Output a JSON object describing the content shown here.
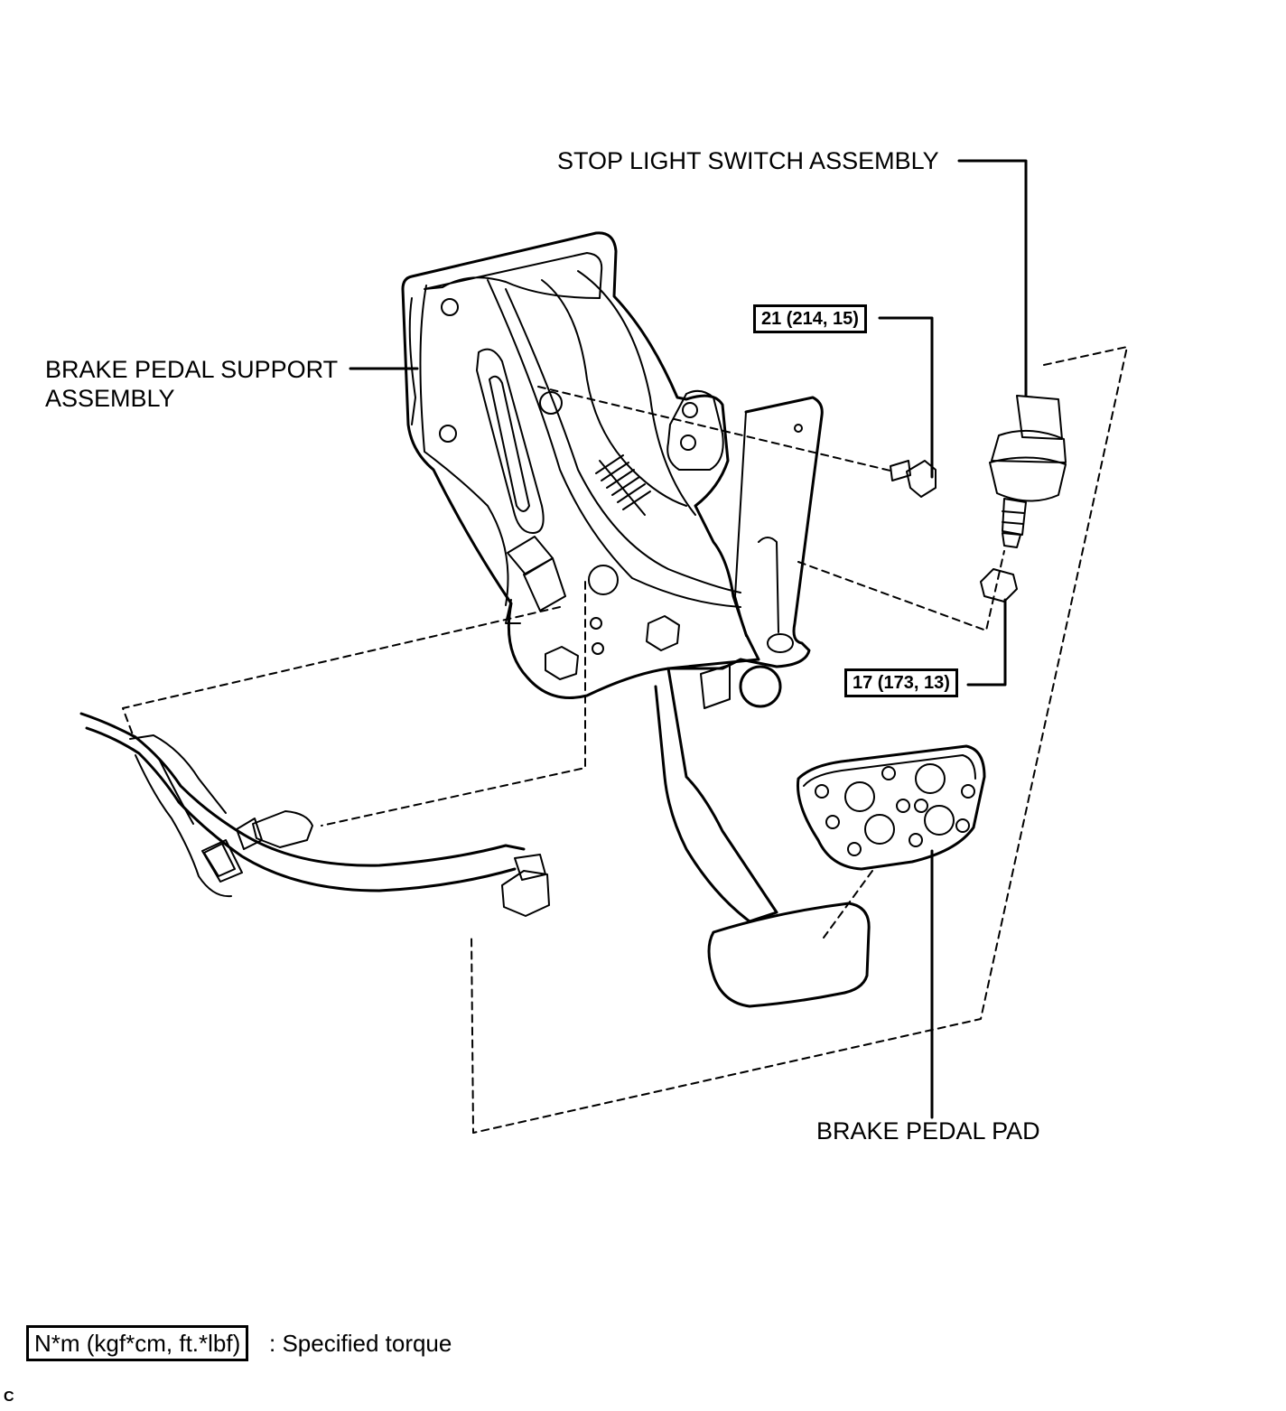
{
  "labels": {
    "stop_light_switch": "STOP LIGHT SWITCH ASSEMBLY",
    "support_line1": "BRAKE PEDAL SUPPORT",
    "support_line2": "ASSEMBLY",
    "pedal_pad": "BRAKE PEDAL PAD"
  },
  "torques": {
    "bolt": "21 (214, 15)",
    "nut": "17 (173, 13)"
  },
  "legend": {
    "box": "N*m (kgf*cm, ft.*lbf)",
    "text": ": Specified torque"
  },
  "corner_mark": "C"
}
